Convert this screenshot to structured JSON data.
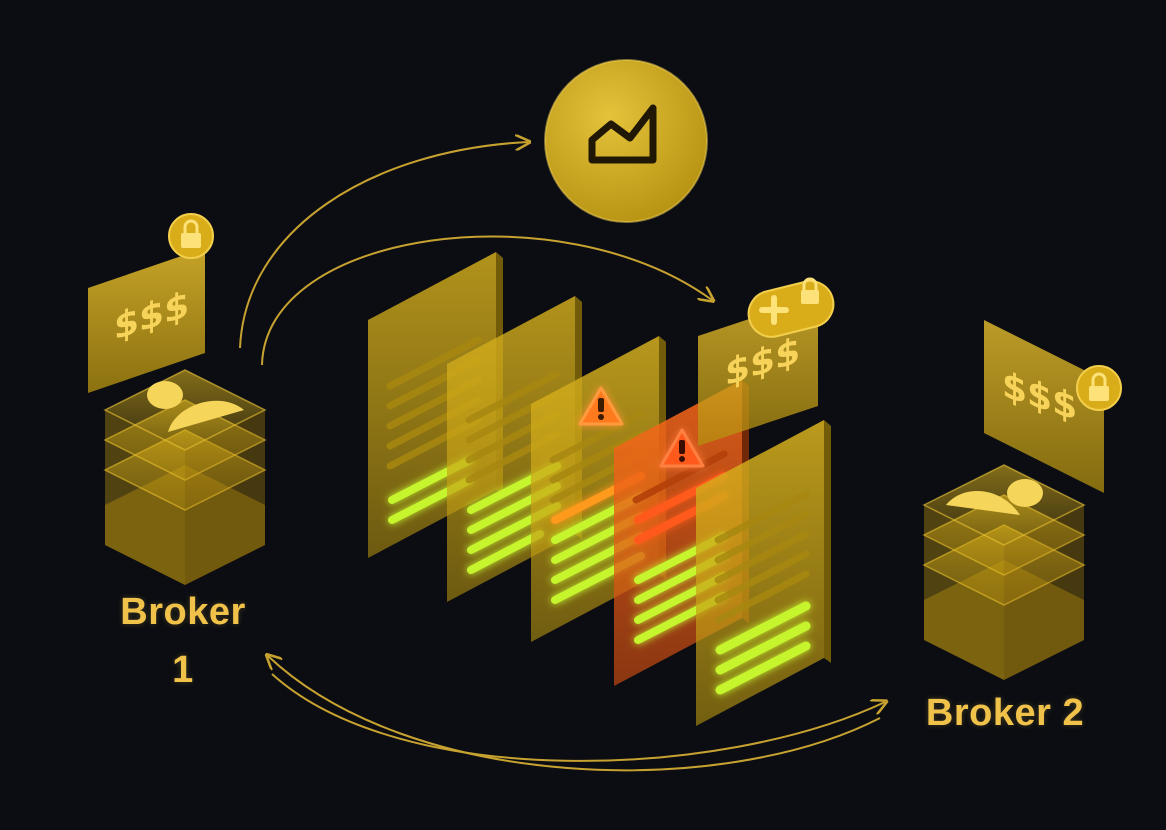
{
  "brokers": [
    {
      "label_line1": "Broker",
      "label_line2": "1"
    },
    {
      "label": "Broker 2"
    }
  ],
  "price_tags": {
    "broker1": "$$$",
    "center": "$$$",
    "broker2": "$$$"
  },
  "icons": {
    "chart": "line-chart-icon",
    "lock": "lock-icon",
    "plus": "plus-icon",
    "warning": "warning-icon",
    "user": "user-icon"
  },
  "colors": {
    "background": "#0b0d12",
    "accent": "#f0c24a",
    "highlight_green": "#c6f52f",
    "warning_orange": "#ff7a1c",
    "danger_red": "#ff5a1a"
  }
}
